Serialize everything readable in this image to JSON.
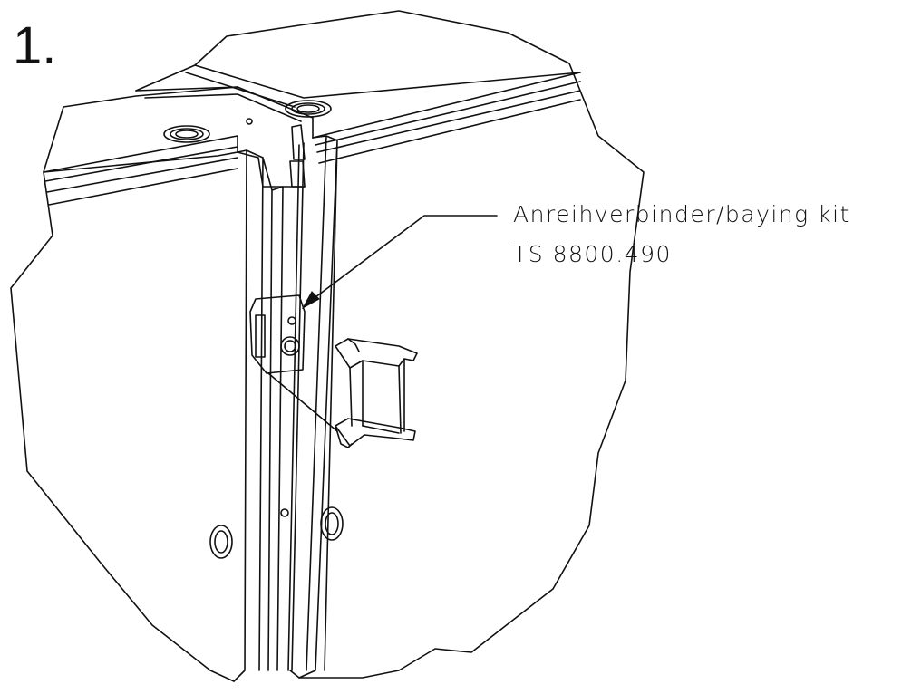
{
  "step_number": "1.",
  "callout": {
    "line1": "Anreihverbinder/baying kit",
    "line2": "TS 8800.490"
  }
}
